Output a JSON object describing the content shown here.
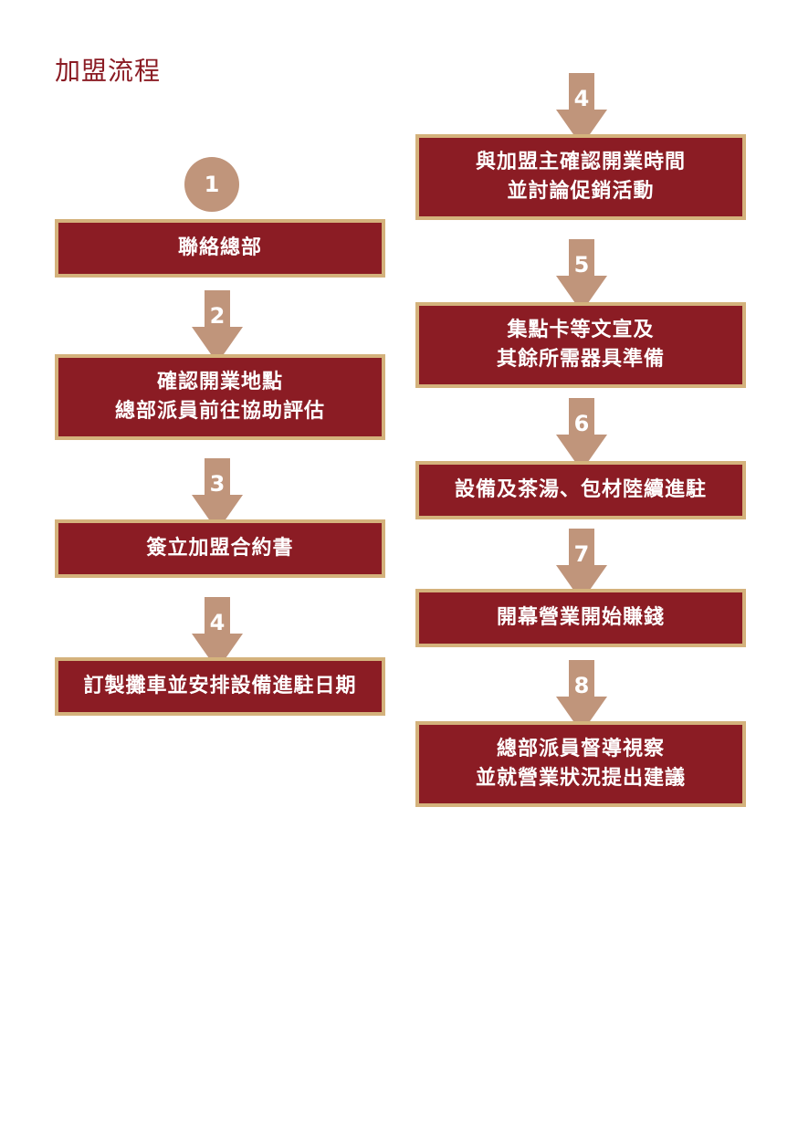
{
  "title": "加盟流程",
  "colors": {
    "box_fill": "#8b1c24",
    "box_border": "#d4b27c",
    "arrow": "#c0957b",
    "title": "#8b1c24"
  },
  "left_steps": [
    {
      "number": "1",
      "label": "聯絡總部"
    },
    {
      "number": "2",
      "label": "確認開業地點\n總部派員前往協助評估"
    },
    {
      "number": "3",
      "label": "簽立加盟合約書"
    },
    {
      "number": "4",
      "label": "訂製攤車並安排設備進駐日期"
    }
  ],
  "right_steps": [
    {
      "number": "4",
      "label": "與加盟主確認開業時間\n並討論促銷活動"
    },
    {
      "number": "5",
      "label": "集點卡等文宣及\n其餘所需器具準備"
    },
    {
      "number": "6",
      "label": "設備及茶湯、包材陸續進駐"
    },
    {
      "number": "7",
      "label": "開幕營業開始賺錢"
    },
    {
      "number": "8",
      "label": "總部派員督導視察\n並就營業狀況提出建議"
    }
  ]
}
